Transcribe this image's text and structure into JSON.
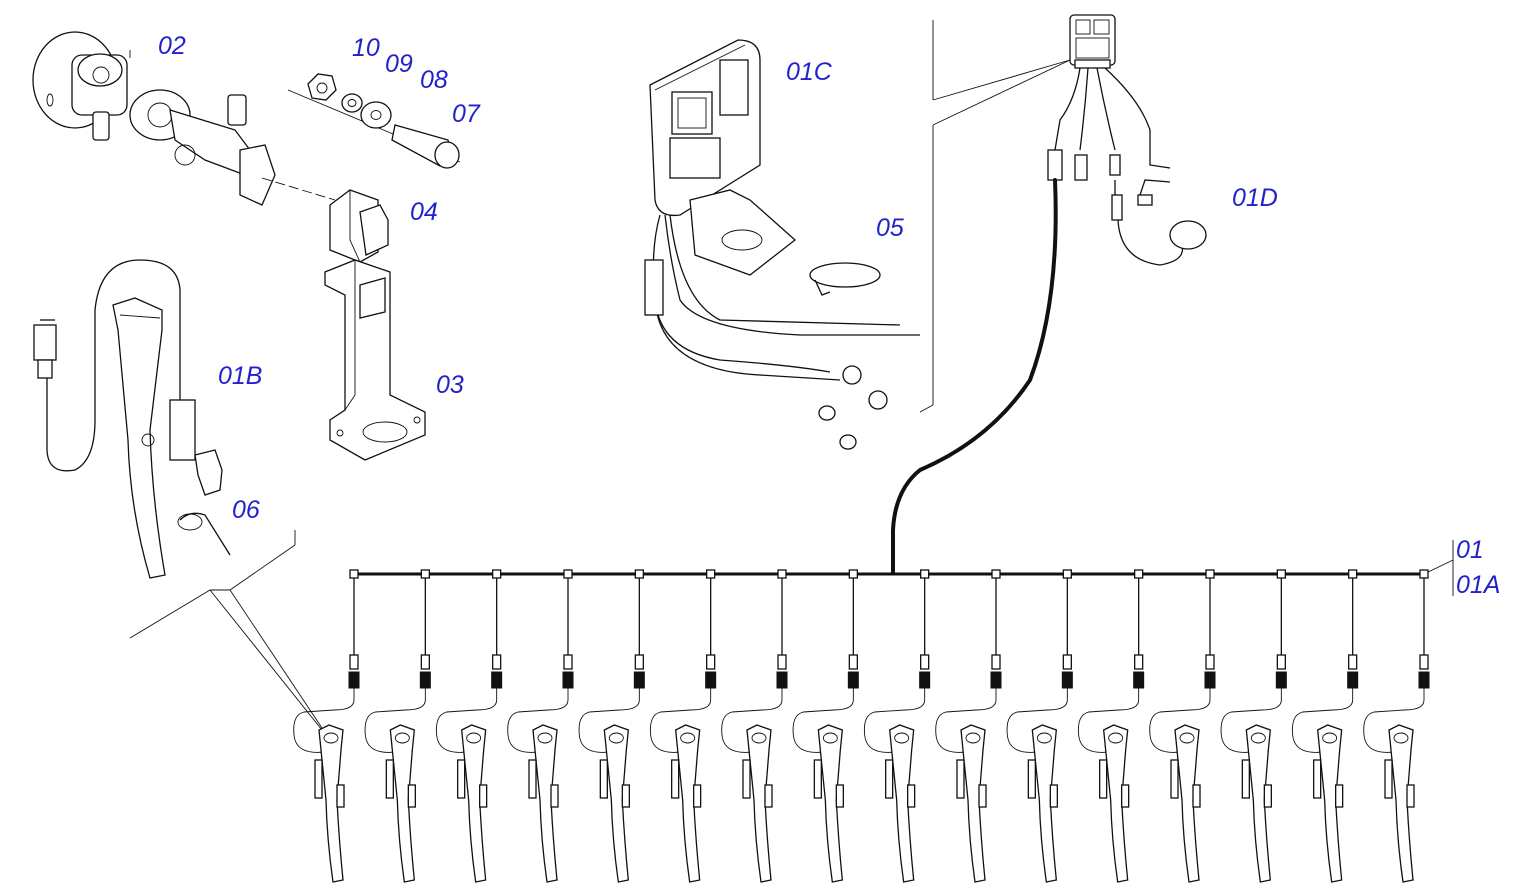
{
  "callouts": {
    "c02": "02",
    "c10": "10",
    "c09": "09",
    "c08": "08",
    "c07": "07",
    "c04": "04",
    "c03": "03",
    "c01B": "01B",
    "c06": "06",
    "c01C": "01C",
    "c05": "05",
    "c01D": "01D",
    "c01": "01",
    "c01A": "01A"
  },
  "colors": {
    "callout": "#2222cc",
    "line": "#111111"
  },
  "row_unit_count": 16
}
